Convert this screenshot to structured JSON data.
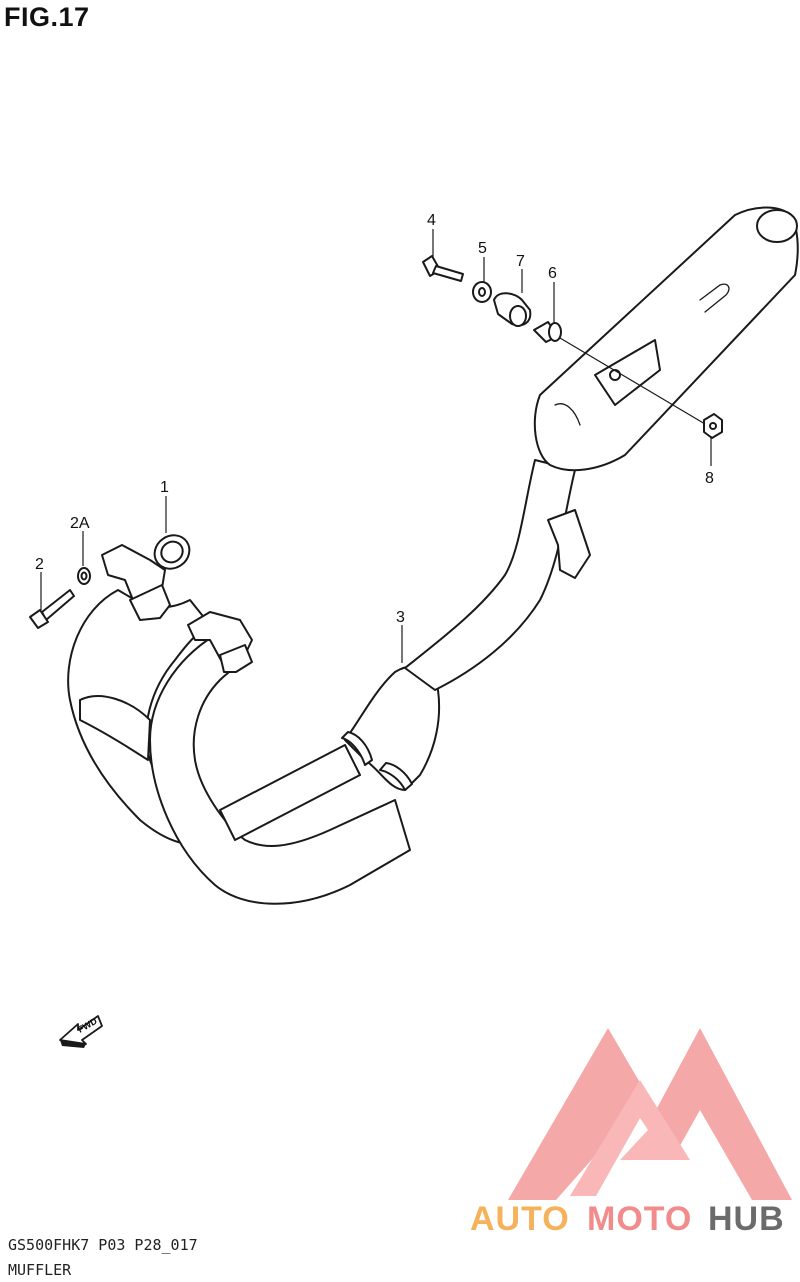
{
  "figure": {
    "title": "FIG.17",
    "code": "GS500FHK7 P03 P28_017",
    "name": "MUFFLER"
  },
  "callouts": [
    {
      "id": "1",
      "label": "1"
    },
    {
      "id": "2a",
      "label": "2A"
    },
    {
      "id": "2",
      "label": "2"
    },
    {
      "id": "3",
      "label": "3"
    },
    {
      "id": "4",
      "label": "4"
    },
    {
      "id": "5",
      "label": "5"
    },
    {
      "id": "6",
      "label": "6"
    },
    {
      "id": "7",
      "label": "7"
    },
    {
      "id": "8",
      "label": "8"
    }
  ],
  "fwd_marker": {
    "label": "FWD",
    "icon": "fwd-arrow-icon"
  },
  "watermark": {
    "part1": "AUTO",
    "part2": "MOTO",
    "part3": "HUB",
    "color_light": "#f5b25a",
    "color_red": "#f28b8b",
    "color_dark": "#6b6b6b"
  }
}
